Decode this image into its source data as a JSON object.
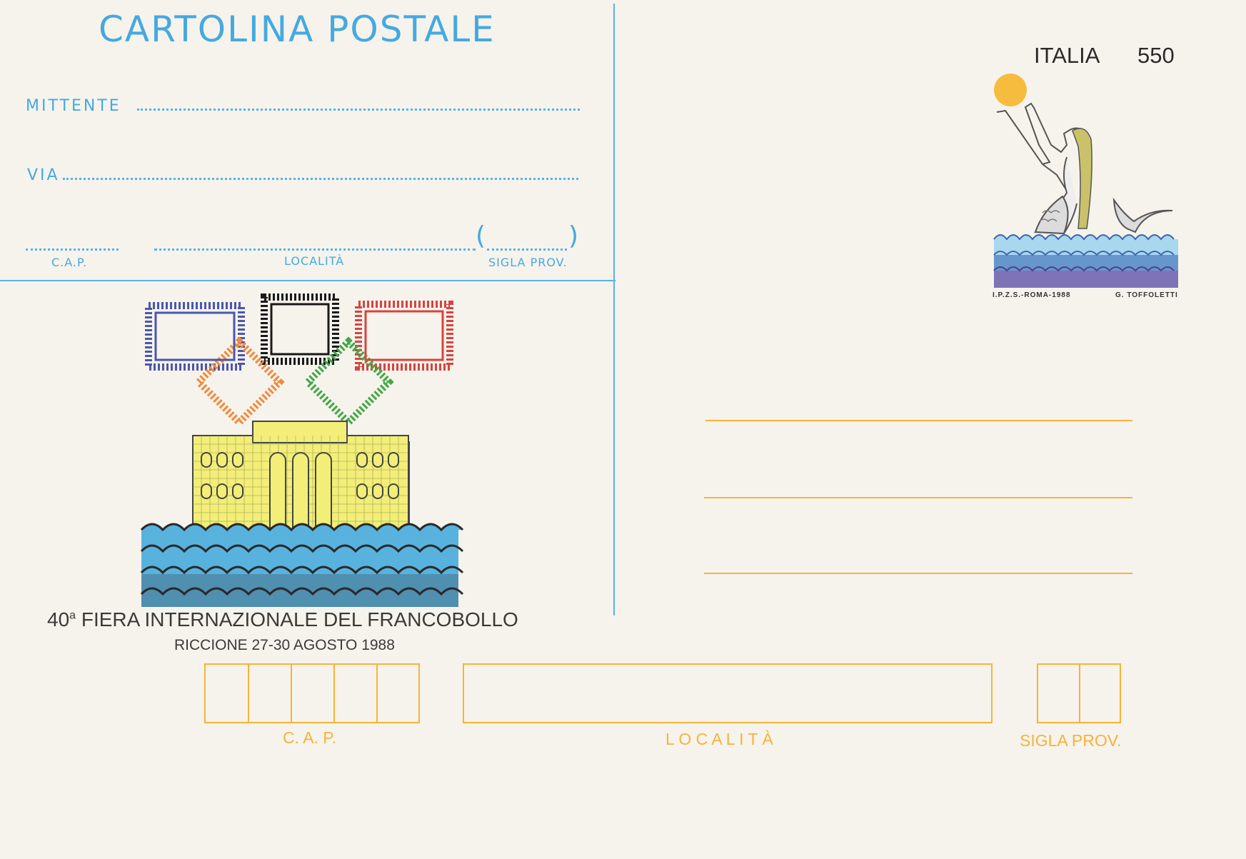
{
  "card": {
    "title": "CARTOLINA POSTALE",
    "sender": {
      "mittente_label": "MITTENTE",
      "via_label": "VIA",
      "cap_label": "C.A.P.",
      "localita_label": "LOCALITÀ",
      "sigla_label": "SIGLA PROV.",
      "paren_open": "(",
      "paren_close": ")"
    },
    "stamp": {
      "country": "ITALIA",
      "value": "550",
      "printer": "I.P.Z.S.-ROMA-1988",
      "artist": "G. TOFFOLETTI",
      "icon": "mermaid-with-sun-icon"
    },
    "event": {
      "title_number": "40",
      "title_ordinal": "a",
      "title_rest": " FIERA INTERNAZIONALE DEL FRANCOBOLLO",
      "subtitle": "RICCIONE 27-30 AGOSTO 1988",
      "logo_icon": "stamp-rings-logo-icon",
      "building_icon": "building-on-waves-icon"
    },
    "recipient": {
      "cap_label": "C. A. P.",
      "localita_label": "L O C A L I T À",
      "sigla_label": "SIGLA PROV."
    },
    "colors": {
      "blue": "#45a9e0",
      "orange": "#f6b33a",
      "paper": "#f6f3ec"
    }
  }
}
